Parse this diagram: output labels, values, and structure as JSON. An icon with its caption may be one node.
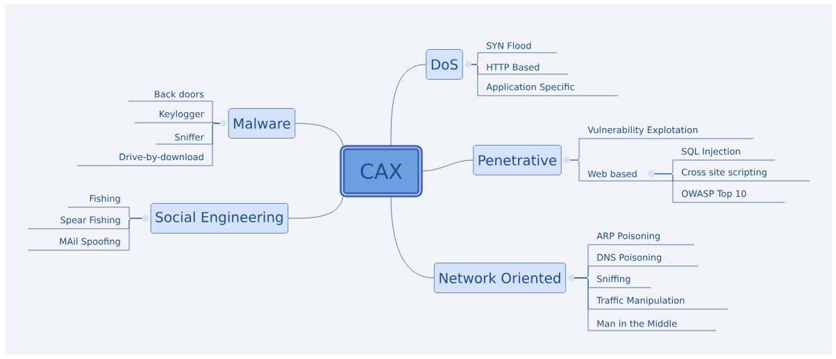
{
  "diagram": {
    "nodes": [
      {
        "text": [
          "CAX"
        ]
      },
      {
        "text": [
          "DoS"
        ]
      },
      {
        "text": [
          "SYN Flood"
        ]
      },
      {
        "text": [
          "HTTP Based"
        ]
      },
      {
        "text": [
          "Application Specific"
        ]
      },
      {
        "text": [
          "Malware"
        ]
      },
      {
        "text": [
          "Back doors"
        ]
      },
      {
        "text": [
          "Keylogger"
        ]
      },
      {
        "text": [
          "Sniffer"
        ]
      },
      {
        "text": [
          "Drive-by-download"
        ]
      },
      {
        "text": [
          "Penetrative"
        ]
      },
      {
        "text": [
          "Vulnerability Explotation"
        ]
      },
      {
        "text": [
          "Web based"
        ]
      },
      {
        "text": [
          "SQL Injection"
        ]
      },
      {
        "text": [
          "Cross site scripting"
        ]
      },
      {
        "text": [
          "OWASP Top 10"
        ]
      },
      {
        "text": [
          "Social Engineering"
        ]
      },
      {
        "text": [
          "Fishing"
        ]
      },
      {
        "text": [
          "Spear Fishing"
        ]
      },
      {
        "text": [
          "MAil Spoofing"
        ]
      },
      {
        "text": [
          "Network Oriented"
        ]
      },
      {
        "text": [
          "ARP Poisoning"
        ]
      },
      {
        "text": [
          "DNS Poisoning"
        ]
      },
      {
        "text": [
          "Sniffing"
        ]
      },
      {
        "text": [
          "Traffic Manipulation"
        ]
      },
      {
        "text": [
          "Man in the Middle"
        ]
      }
    ],
    "edges": [
      {
        "from": 0,
        "to": 1,
        "arrow": "none"
      },
      {
        "from": 1,
        "to": 2,
        "arrow": "none"
      },
      {
        "from": 1,
        "to": 3,
        "arrow": "none"
      },
      {
        "from": 1,
        "to": 4,
        "arrow": "none"
      },
      {
        "from": 0,
        "to": 5,
        "arrow": "none"
      },
      {
        "from": 5,
        "to": 6,
        "arrow": "none"
      },
      {
        "from": 5,
        "to": 7,
        "arrow": "none"
      },
      {
        "from": 5,
        "to": 8,
        "arrow": "none"
      },
      {
        "from": 5,
        "to": 9,
        "arrow": "none"
      },
      {
        "from": 0,
        "to": 10,
        "arrow": "none"
      },
      {
        "from": 10,
        "to": 11,
        "arrow": "none"
      },
      {
        "from": 10,
        "to": 12,
        "arrow": "none"
      },
      {
        "from": 12,
        "to": 13,
        "arrow": "none"
      },
      {
        "from": 12,
        "to": 14,
        "arrow": "none"
      },
      {
        "from": 12,
        "to": 15,
        "arrow": "none"
      },
      {
        "from": 0,
        "to": 16,
        "arrow": "none"
      },
      {
        "from": 16,
        "to": 17,
        "arrow": "none"
      },
      {
        "from": 16,
        "to": 18,
        "arrow": "none"
      },
      {
        "from": 16,
        "to": 19,
        "arrow": "none"
      },
      {
        "from": 0,
        "to": 20,
        "arrow": "none"
      },
      {
        "from": 20,
        "to": 21,
        "arrow": "none"
      },
      {
        "from": 20,
        "to": 22,
        "arrow": "none"
      },
      {
        "from": 20,
        "to": 23,
        "arrow": "none"
      },
      {
        "from": 20,
        "to": 24,
        "arrow": "none"
      },
      {
        "from": 20,
        "to": 25,
        "arrow": "none"
      }
    ]
  }
}
